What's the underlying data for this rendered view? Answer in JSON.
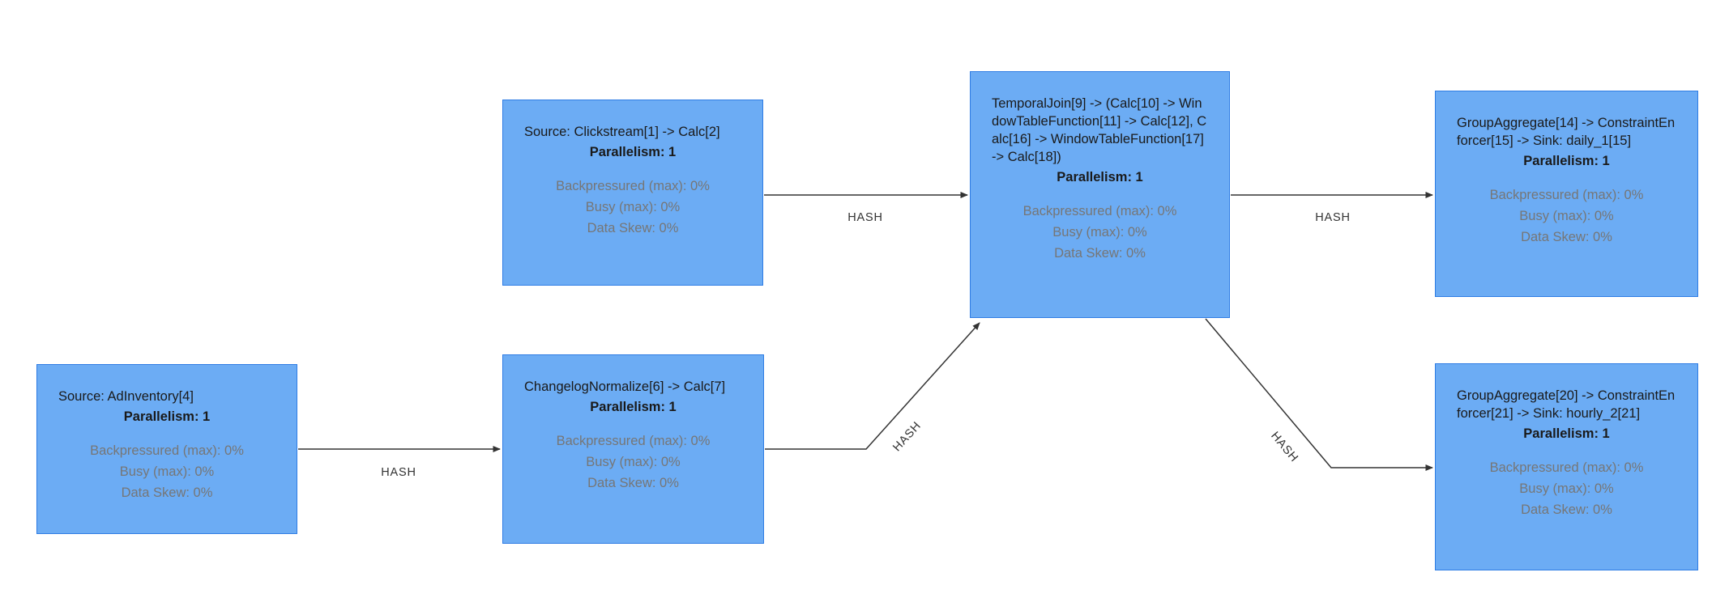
{
  "diagram": {
    "type": "job-graph",
    "colors": {
      "background": "#ffffff",
      "node_fill": "#6cacf4",
      "node_border": "#2e7ce4",
      "title_text": "#1a1a1a",
      "metric_text": "#767676",
      "edge": "#333333"
    },
    "nodes": [
      {
        "id": "source-clickstream",
        "title": "Source: Clickstream[1] -> Calc[2]",
        "parallelism": "Parallelism: 1",
        "metrics": {
          "backpressured": "Backpressured (max): 0%",
          "busy": "Busy (max): 0%",
          "data_skew": "Data Skew: 0%"
        }
      },
      {
        "id": "temporal-join",
        "title": "TemporalJoin[9] -> (Calc[10] -> WindowTableFunction[11] -> Calc[12], Calc[16] -> WindowTableFunction[17] -> Calc[18])",
        "parallelism": "Parallelism: 1",
        "metrics": {
          "backpressured": "Backpressured (max): 0%",
          "busy": "Busy (max): 0%",
          "data_skew": "Data Skew: 0%"
        }
      },
      {
        "id": "groupaggregate-daily",
        "title": "GroupAggregate[14] -> ConstraintEnforcer[15] -> Sink: daily_1[15]",
        "parallelism": "Parallelism: 1",
        "metrics": {
          "backpressured": "Backpressured (max): 0%",
          "busy": "Busy (max): 0%",
          "data_skew": "Data Skew: 0%"
        }
      },
      {
        "id": "source-adinventory",
        "title": "Source: AdInventory[4]",
        "parallelism": "Parallelism: 1",
        "metrics": {
          "backpressured": "Backpressured (max): 0%",
          "busy": "Busy (max): 0%",
          "data_skew": "Data Skew: 0%"
        }
      },
      {
        "id": "changelog-normalize",
        "title": "ChangelogNormalize[6] -> Calc[7]",
        "parallelism": "Parallelism: 1",
        "metrics": {
          "backpressured": "Backpressured (max): 0%",
          "busy": "Busy (max): 0%",
          "data_skew": "Data Skew: 0%"
        }
      },
      {
        "id": "groupaggregate-hourly",
        "title": "GroupAggregate[20] -> ConstraintEnforcer[21] -> Sink: hourly_2[21]",
        "parallelism": "Parallelism: 1",
        "metrics": {
          "backpressured": "Backpressured (max): 0%",
          "busy": "Busy (max): 0%",
          "data_skew": "Data Skew: 0%"
        }
      }
    ],
    "edges": [
      {
        "from": "source-adinventory",
        "to": "changelog-normalize",
        "label": "HASH"
      },
      {
        "from": "source-clickstream",
        "to": "temporal-join",
        "label": "HASH"
      },
      {
        "from": "changelog-normalize",
        "to": "temporal-join",
        "label": "HASH"
      },
      {
        "from": "temporal-join",
        "to": "groupaggregate-daily",
        "label": "HASH"
      },
      {
        "from": "temporal-join",
        "to": "groupaggregate-hourly",
        "label": "HASH"
      }
    ]
  }
}
